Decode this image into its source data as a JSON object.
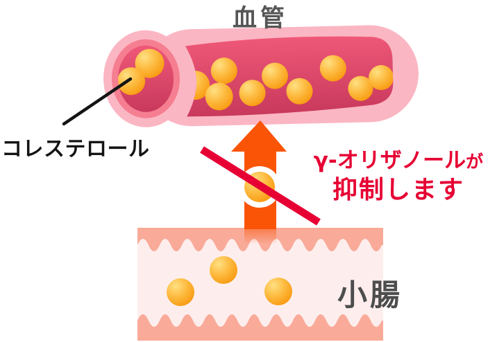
{
  "labels": {
    "vessel": "血管",
    "cholesterol": "コレステロール",
    "intestine": "小腸",
    "inhibitor_line1": "γ-オリザノール",
    "inhibitor_particle": "が",
    "inhibitor_line2": "抑制します"
  },
  "colors": {
    "vessel_outer_pink": "#fbb6c3",
    "vessel_ring_pink": "#f57e91",
    "vessel_blood_top": "#ef5878",
    "vessel_blood_bottom": "#c8395c",
    "cholesterol_ball_light": "#ffe083",
    "cholesterol_ball_dark": "#f79408",
    "arrow_orange": "#fa5407",
    "accent_red": "#e60033",
    "intestine_wall": "#f9aa99",
    "intestine_inner": "#fdeeed",
    "label_gray": "#555555",
    "label_black": "#141414"
  },
  "counts": {
    "cholesterol_in_vessel": 11,
    "cholesterol_in_intestine": 3,
    "cholesterol_blocked_in_arrow": 1
  }
}
